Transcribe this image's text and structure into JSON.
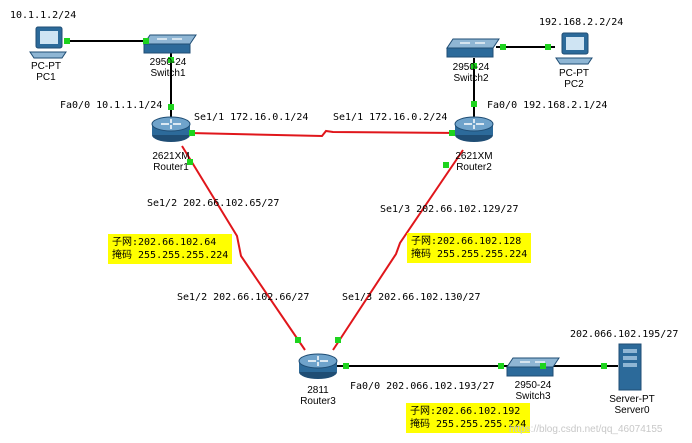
{
  "devices": {
    "pc1": {
      "type": "PC-PT",
      "name": "PC1",
      "addr": "10.1.1.2/24"
    },
    "pc2": {
      "type": "PC-PT",
      "name": "PC2",
      "addr": "192.168.2.2/24"
    },
    "switch1": {
      "type": "2950-24",
      "name": "Switch1"
    },
    "switch2": {
      "type": "2950-24",
      "name": "Switch2"
    },
    "switch3": {
      "type": "2950-24",
      "name": "Switch3"
    },
    "router1": {
      "type": "2621XM",
      "name": "Router1"
    },
    "router2": {
      "type": "2621XM",
      "name": "Router2"
    },
    "router3": {
      "type": "2811",
      "name": "Router3"
    },
    "server0": {
      "type": "Server-PT",
      "name": "Server0",
      "addr": "202.066.102.195/27"
    }
  },
  "interfaces": {
    "r1_fa00": "Fa0/0 10.1.1.1/24",
    "r1_se11": "Se1/1 172.16.0.1/24",
    "r2_se11": "Se1/1 172.16.0.2/24",
    "r2_fa00": "Fa0/0 192.168.2.1/24",
    "r1_se12": "Se1/2 202.66.102.65/27",
    "r2_se13": "Se1/3 202.66.102.129/27",
    "r3_se12": "Se1/2 202.66.102.66/27",
    "r3_se13": "Se1/3 202.66.102.130/27",
    "r3_fa00": "Fa0/0 202.066.102.193/27"
  },
  "notes": [
    {
      "subnet": "子网:202.66.102.64",
      "mask": "掩码 255.255.255.224"
    },
    {
      "subnet": "子网:202.66.102.128",
      "mask": "掩码 255.255.255.224"
    },
    {
      "subnet": "子网:202.66.102.192",
      "mask": "掩码 255.255.255.224"
    }
  ],
  "watermark": "https://blog.csdn.net/qq_46074155",
  "colors": {
    "ethernet": "#000000",
    "serial": "#e0161b",
    "port": "#1ed31e",
    "note": "#ffff00"
  }
}
